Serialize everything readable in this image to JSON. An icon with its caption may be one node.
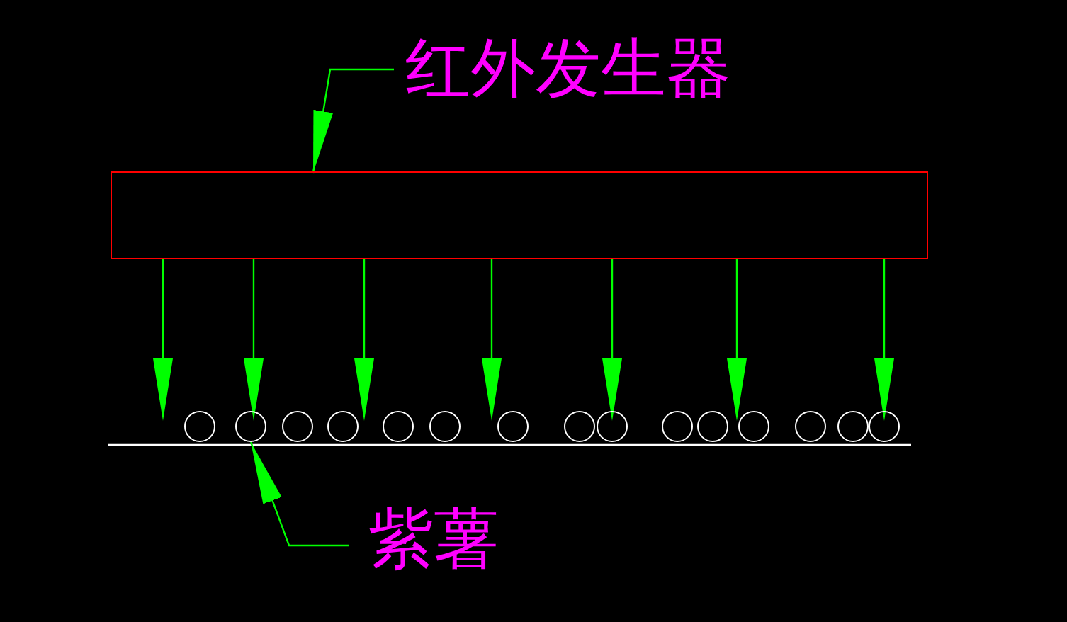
{
  "diagram": {
    "nodes": [
      {
        "text": [
          "红外发生器"
        ]
      },
      {
        "text": [],
        "shape": "box"
      },
      {
        "text": [
          "紫薯"
        ]
      },
      {
        "text": [],
        "shape": "circle"
      },
      {
        "text": [],
        "shape": "circle"
      },
      {
        "text": [],
        "shape": "circle"
      },
      {
        "text": [],
        "shape": "circle"
      },
      {
        "text": [],
        "shape": "circle"
      },
      {
        "text": [],
        "shape": "circle"
      },
      {
        "text": [],
        "shape": "circle"
      },
      {
        "text": [],
        "shape": "circle"
      },
      {
        "text": [],
        "shape": "circle"
      },
      {
        "text": [],
        "shape": "circle"
      },
      {
        "text": [],
        "shape": "circle"
      },
      {
        "text": [],
        "shape": "circle"
      },
      {
        "text": [],
        "shape": "circle"
      },
      {
        "text": [],
        "shape": "circle"
      },
      {
        "text": [],
        "shape": "circle"
      }
    ],
    "edges": [
      {
        "from": 0,
        "to": 1,
        "arrow": "to"
      },
      {
        "from": 2,
        "to": 4,
        "arrow": "to"
      },
      {
        "from": 1,
        "to": 3,
        "arrow": "to"
      },
      {
        "from": 1,
        "to": 4,
        "arrow": "to"
      },
      {
        "from": 1,
        "to": 6,
        "arrow": "to"
      },
      {
        "from": 1,
        "to": 9,
        "arrow": "to"
      },
      {
        "from": 1,
        "to": 11,
        "arrow": "to"
      },
      {
        "from": 1,
        "to": 13,
        "arrow": "to"
      },
      {
        "from": 1,
        "to": 17,
        "arrow": "to"
      }
    ]
  }
}
